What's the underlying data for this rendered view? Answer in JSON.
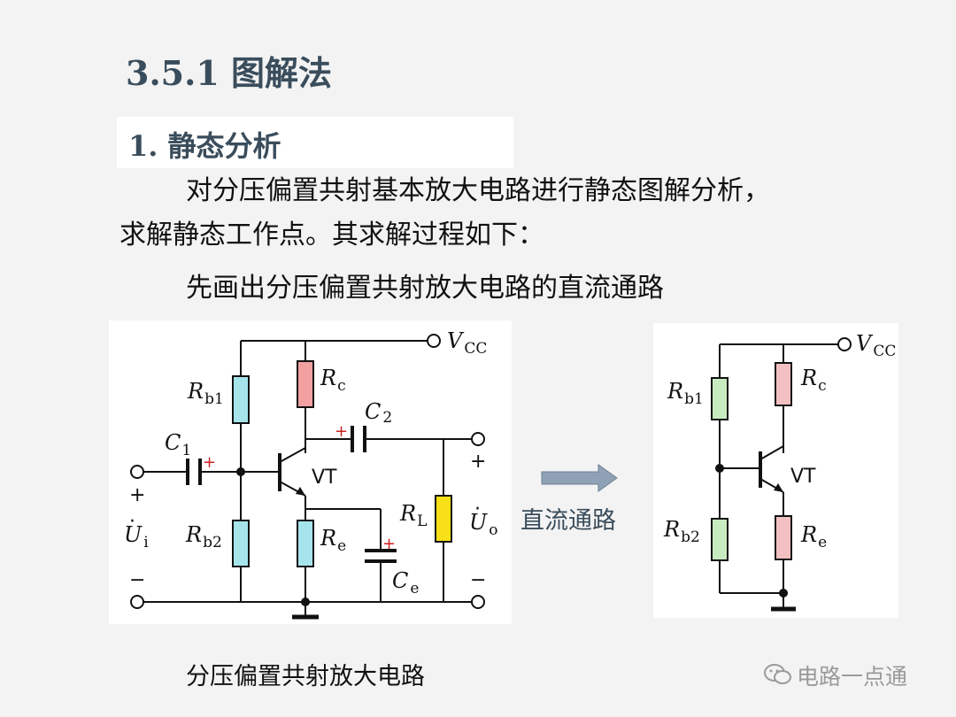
{
  "slide": {
    "title": "3.5.1  图解法",
    "subtitle": "1. 静态分析",
    "paragraph_line1": "对分压偏置共射基本放大电路进行静态图解分析，",
    "paragraph_line2": "求解静态工作点。其求解过程如下：",
    "paragraph_line3": "先画出分压偏置共射放大电路的直流通路",
    "arrow_label": "直流通路",
    "caption": "分压偏置共射放大电路",
    "watermark": "电路一点通"
  },
  "circuit_left": {
    "vcc": "V",
    "vcc_sub": "CC",
    "rb1": "R",
    "rb1_sub": "b1",
    "rb2": "R",
    "rb2_sub": "b2",
    "rc": "R",
    "rc_sub": "c",
    "re": "R",
    "re_sub": "e",
    "rl": "R",
    "rl_sub": "L",
    "c1": "C",
    "c1_sub": "1",
    "c2": "C",
    "c2_sub": "2",
    "ce": "C",
    "ce_sub": "e",
    "vt": "VT",
    "ui": "U",
    "ui_sub": "i",
    "uo": "U",
    "uo_sub": "o",
    "plus": "+",
    "minus": "−",
    "dot": "·"
  },
  "circuit_right": {
    "vcc": "V",
    "vcc_sub": "CC",
    "rb1": "R",
    "rb1_sub": "b1",
    "rb2": "R",
    "rb2_sub": "b2",
    "rc": "R",
    "rc_sub": "c",
    "re": "R",
    "re_sub": "e",
    "vt": "VT"
  },
  "colors": {
    "title": "#3a4d5c",
    "rb_left": "#a6e4ec",
    "rc_left": "#f2a0a0",
    "re_left": "#a6e4ec",
    "rl_left": "#f7e018",
    "rb_right": "#c8ecc0",
    "rc_right": "#f2c0c0",
    "arrow": "#8fa1b4",
    "polarity": "#cc2222"
  }
}
